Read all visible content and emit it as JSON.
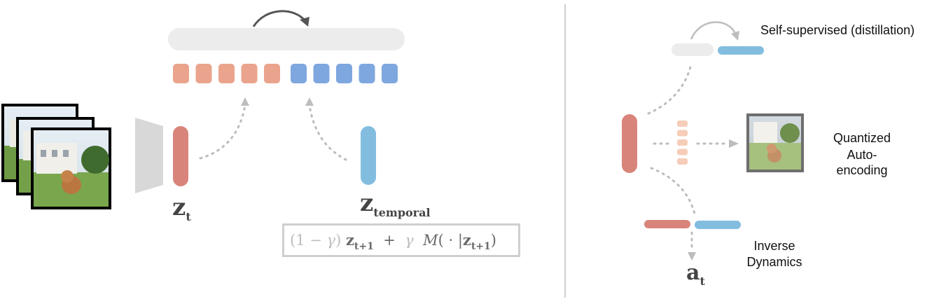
{
  "labels": {
    "z_t": {
      "base": "z",
      "sub": "t"
    },
    "z_temporal": {
      "base": "z",
      "sub": "temporal"
    },
    "a_t": {
      "base": "a",
      "sub": "t"
    },
    "self_supervised": "Self-supervised (distillation)",
    "quantized_line1": "Quantized",
    "quantized_line2": "Auto-encoding",
    "inverse_line1": "Inverse",
    "inverse_line2": "Dynamics"
  },
  "formula": {
    "open": "(1 − ",
    "gamma": "γ",
    "close": ")",
    "z_next": "z",
    "z_next_sub": "t+1",
    "plus": "+",
    "gamma2": "γ",
    "M": "M",
    "args_open": "( · |",
    "z_cond": "z",
    "z_cond_sub": "t+1",
    "args_close": ")"
  },
  "token_counts": {
    "predicted": 5,
    "target": 5,
    "quantized": 5
  },
  "colors": {
    "red": "#d9847a",
    "red_token": "#eaa48d",
    "blue": "#82bde0",
    "blue_token": "#7fa7df",
    "bar": "#ececec",
    "arrow_gray": "#bdbdbd",
    "dark_arrow": "#555555"
  },
  "icons": [
    "image-stack-icon",
    "encoder-trapezoid-icon",
    "quantized-image-icon"
  ]
}
